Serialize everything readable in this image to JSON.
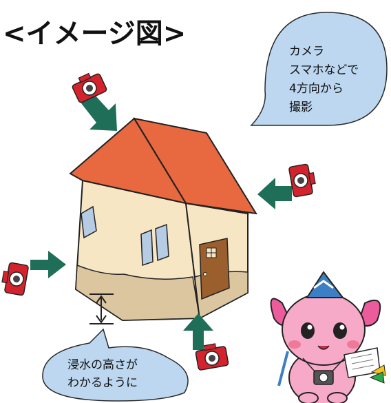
{
  "title": "<イメージ図>",
  "speech_bubble": {
    "lines": [
      "カメラ",
      "スマホなどで",
      "4方向から",
      "撮影"
    ],
    "fill": "#bcd7ef",
    "stroke": "#2a2a2a"
  },
  "note_bubble": {
    "lines": [
      "浸水の高さが",
      "わかるように"
    ],
    "fill": "#bcd7ef"
  },
  "colors": {
    "roof": "#e8683f",
    "roof_dark": "#c94e2c",
    "wall": "#f6e6c4",
    "wall_lower": "#dcc6a0",
    "door": "#9a5f2c",
    "arrow": "#1f6e58",
    "camera": "#d4232d",
    "window": "#b6cbe4"
  },
  "cameras": [
    {
      "position": "top",
      "icon": "camera-icon"
    },
    {
      "position": "right",
      "icon": "camera-icon"
    },
    {
      "position": "left",
      "icon": "camera-icon"
    },
    {
      "position": "bottom",
      "icon": "camera-icon"
    }
  ],
  "mascot": {
    "icon": "mascot-character"
  }
}
